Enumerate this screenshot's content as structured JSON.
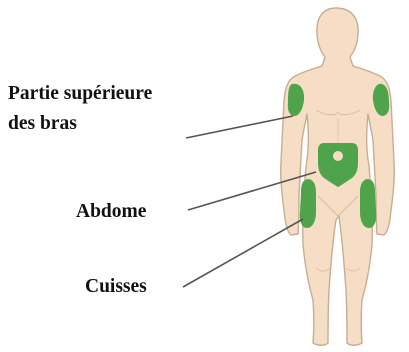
{
  "labels": {
    "upper_arms_line1": "Partie supérieure",
    "upper_arms_line2": "des bras",
    "abdomen": "Abdome",
    "thighs": "Cuisses"
  },
  "colors": {
    "skin": "#f6ddc5",
    "outline": "#c8ad92",
    "highlight": "#4ea34b",
    "leader_line": "#555555",
    "text": "#111111"
  }
}
